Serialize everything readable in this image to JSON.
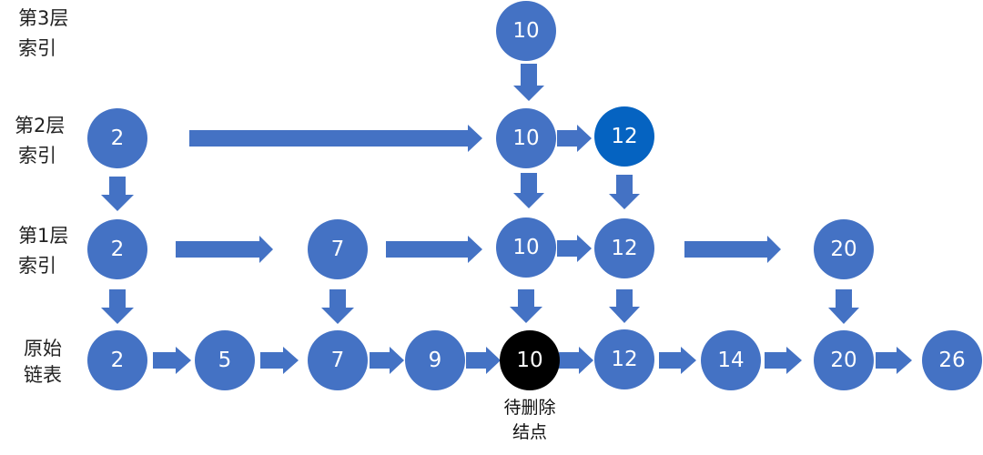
{
  "colors": {
    "node_fill": "#4472c4",
    "node_highlight_fill": "#0563c1",
    "node_deleted_fill": "#000000",
    "arrow_fill": "#4472c4",
    "node_text": "#ffffff"
  },
  "row_labels": [
    {
      "line1": "第3层",
      "line2": "索引"
    },
    {
      "line1": "第2层",
      "line2": "索引"
    },
    {
      "line1": "第1层",
      "line2": "索引"
    },
    {
      "line1": "原始",
      "line2": "链表"
    }
  ],
  "nodes": {
    "l3_10": "10",
    "l2_2": "2",
    "l2_10": "10",
    "l2_12": "12",
    "l1_2": "2",
    "l1_7": "7",
    "l1_10": "10",
    "l1_12": "12",
    "l1_20": "20",
    "l0_2": "2",
    "l0_5": "5",
    "l0_7": "7",
    "l0_9": "9",
    "l0_10": "10",
    "l0_12": "12",
    "l0_14": "14",
    "l0_20": "20",
    "l0_26": "26"
  },
  "delete_note": {
    "line1": "待删除",
    "line2": "结点"
  }
}
